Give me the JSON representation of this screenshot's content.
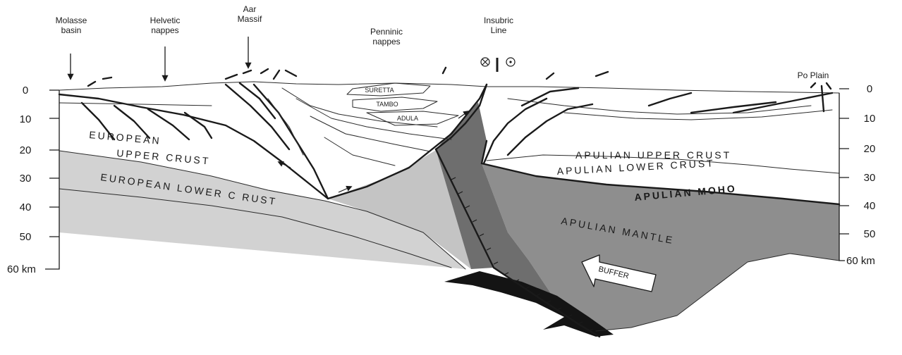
{
  "labels": {
    "molasse": [
      "Molasse",
      "basin"
    ],
    "helvetic": [
      "Helvetic",
      "nappes"
    ],
    "aar": [
      "Aar",
      "Massif"
    ],
    "penninic": [
      "Penninic",
      "nappes"
    ],
    "insubric": [
      "Insubric",
      "Line"
    ],
    "po_plain": "Po Plain"
  },
  "depth_axis": {
    "ticks": [
      "0",
      "10",
      "20",
      "30",
      "40",
      "50"
    ],
    "bottom_left": "60 km",
    "bottom_right": "60 km"
  },
  "units": {
    "european_upper_crust": [
      "EUROPEAN",
      "UPPER CRUST"
    ],
    "european_lower_crust": "EUROPEAN LOWER C RUST",
    "apulian_upper_crust": "APULIAN UPPER CRUST",
    "apulian_lower_crust": "APULIAN LOWER CRUST",
    "apulian_moho": "APULIAN MOHO",
    "apulian_mantle": "APULIAN MANTLE"
  },
  "nappes": {
    "suretta": "SURETTA",
    "tambo": "TAMBO",
    "adula": "ADULA"
  },
  "buffer_label": "BUFFER",
  "colors": {
    "line": "#1a1a1a",
    "european_lower_crust": "#d2d2d2",
    "penninic_wedge": "#c4c4c4",
    "apulian_mantle": "#8e8e8e",
    "ivrea_body": "#6e6e6e"
  }
}
